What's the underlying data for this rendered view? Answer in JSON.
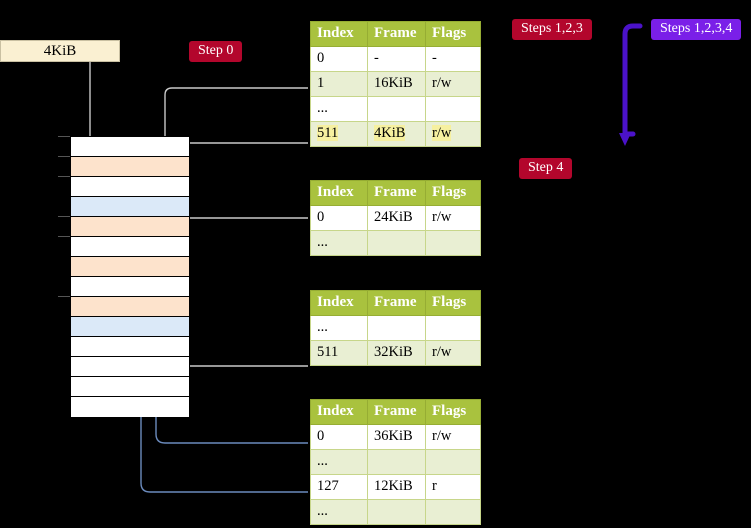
{
  "diagram": {
    "title": "multi-level page table walk",
    "size_box": {
      "label": "4KiB"
    },
    "badges": [
      {
        "id": "step0",
        "label": "Step 0",
        "color": "#b3062c"
      },
      {
        "id": "steps123",
        "label": "Steps 1,2,3",
        "color": "#b3062c"
      },
      {
        "id": "steps1234",
        "label": "Steps 1,2,3,4",
        "color": "#7a1fe8"
      },
      {
        "id": "step4",
        "label": "Step 4",
        "color": "#b3062c"
      }
    ],
    "columns": [
      "Index",
      "Frame",
      "Flags"
    ],
    "tables": [
      {
        "id": "level1",
        "rows": [
          {
            "index": "0",
            "frame": "-",
            "flags": "-",
            "highlight": false
          },
          {
            "index": "1",
            "frame": "16KiB",
            "flags": "r/w",
            "highlight": false
          },
          {
            "index": "...",
            "frame": "",
            "flags": "",
            "highlight": false
          },
          {
            "index": "511",
            "frame": "4KiB",
            "flags": "r/w",
            "highlight": true
          }
        ]
      },
      {
        "id": "level2",
        "rows": [
          {
            "index": "0",
            "frame": "24KiB",
            "flags": "r/w",
            "highlight": false
          },
          {
            "index": "...",
            "frame": "",
            "flags": "",
            "highlight": false
          }
        ]
      },
      {
        "id": "level3",
        "rows": [
          {
            "index": "...",
            "frame": "",
            "flags": "",
            "highlight": false
          },
          {
            "index": "511",
            "frame": "32KiB",
            "flags": "r/w",
            "highlight": false
          }
        ]
      },
      {
        "id": "level4",
        "rows": [
          {
            "index": "0",
            "frame": "36KiB",
            "flags": "r/w",
            "highlight": false
          },
          {
            "index": "...",
            "frame": "",
            "flags": "",
            "highlight": false
          },
          {
            "index": "127",
            "frame": "12KiB",
            "flags": "r",
            "highlight": false
          },
          {
            "index": "...",
            "frame": "",
            "flags": "",
            "highlight": false
          }
        ]
      }
    ],
    "memory_rows": [
      {
        "fill": "white"
      },
      {
        "fill": "peach"
      },
      {
        "fill": "white"
      },
      {
        "fill": "blue"
      },
      {
        "fill": "peach"
      },
      {
        "fill": "white"
      },
      {
        "fill": "peach"
      },
      {
        "fill": "white"
      },
      {
        "fill": "peach"
      },
      {
        "fill": "blue"
      },
      {
        "fill": "white"
      },
      {
        "fill": "white"
      },
      {
        "fill": "white"
      },
      {
        "fill": "white"
      }
    ],
    "colors": {
      "header_green": "#a9c23e",
      "row_alt_green": "#e9efd3",
      "highlight_yellow": "#f6f0a0",
      "peach": "#fde3cc",
      "light_blue": "#dbe9f8",
      "gray_wire": "#c9c9c9",
      "blue_wire": "#6b8bbd",
      "violet": "#7a1fe8",
      "crimson": "#b3062c",
      "cream": "#faf0d2"
    }
  }
}
